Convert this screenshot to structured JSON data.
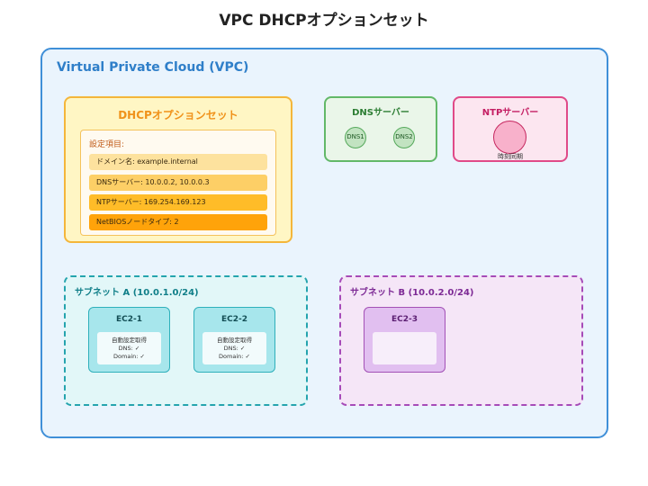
{
  "title": "VPC DHCPオプションセット",
  "vpc": {
    "label": "Virtual Private Cloud (VPC)"
  },
  "dhcp": {
    "title": "DHCPオプションセット",
    "settings_label": "設定項目:",
    "rows": [
      "ドメイン名: example.internal",
      "DNSサーバー: 10.0.0.2, 10.0.0.3",
      "NTPサーバー: 169.254.169.123",
      "NetBIOSノードタイプ: 2"
    ]
  },
  "dns_server": {
    "title": "DNSサーバー",
    "nodes": [
      "DNS1",
      "DNS2"
    ]
  },
  "ntp_server": {
    "title": "NTPサーバー",
    "caption": "時刻同期"
  },
  "subnet_a": {
    "label": "サブネット A (10.0.1.0/24)",
    "instances": [
      {
        "name": "EC2-1",
        "lines": [
          "自動設定取得",
          "DNS: ✓",
          "Domain: ✓"
        ]
      },
      {
        "name": "EC2-2",
        "lines": [
          "自動設定取得",
          "DNS: ✓",
          "Domain: ✓"
        ]
      }
    ]
  },
  "subnet_b": {
    "label": "サブネット B (10.0.2.0/24)",
    "instances": [
      {
        "name": "EC2-3"
      }
    ]
  }
}
